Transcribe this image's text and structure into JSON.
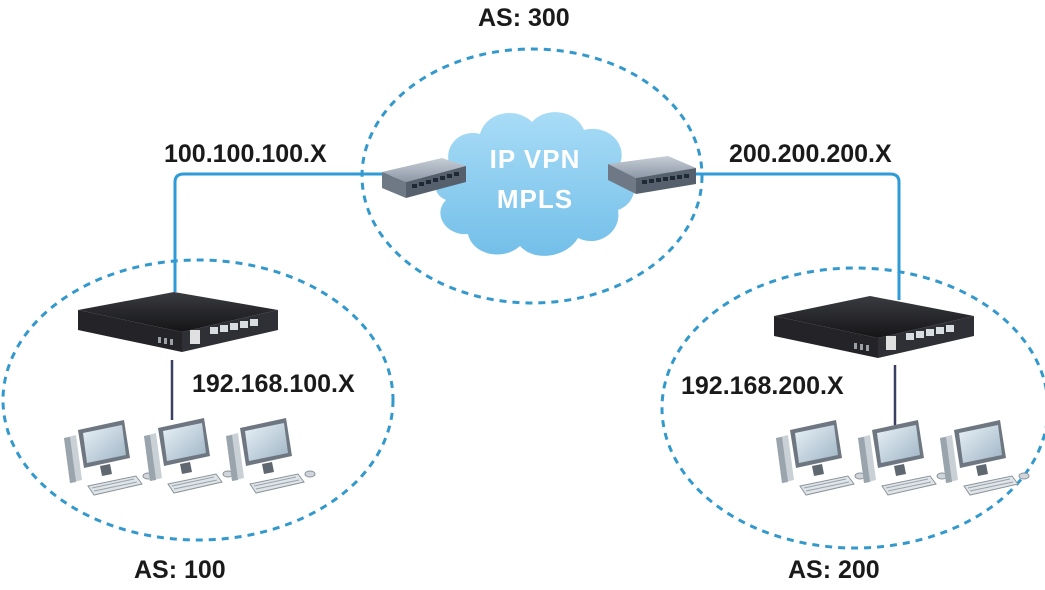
{
  "colors": {
    "zone_border": "#3399cc",
    "link_line": "#2e9bd6",
    "cloud_fill": "#8fd0f2",
    "cloud_text": "#ffffff",
    "router_body": "#1e1e22",
    "switch_body": "#8a95a3",
    "label_text": "#1a1a1a"
  },
  "zones": {
    "top": {
      "as_label": "AS: 300"
    },
    "left": {
      "as_label": "AS: 100"
    },
    "right": {
      "as_label": "AS: 200"
    }
  },
  "cloud": {
    "line1": "IP VPN",
    "line2": "MPLS"
  },
  "links": {
    "wan_left": "100.100.100.X",
    "wan_right": "200.200.200.X"
  },
  "lans": {
    "left": "192.168.100.X",
    "right": "192.168.200.X"
  },
  "icons": {
    "switch": "network-switch-icon",
    "router": "router-icon",
    "computer": "desktop-computer-icon"
  }
}
